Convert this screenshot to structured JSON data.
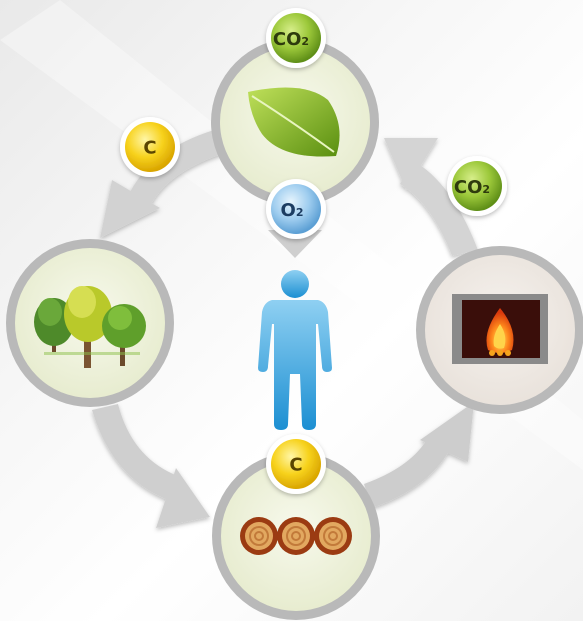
{
  "badges": {
    "co2_top": {
      "main": "CO",
      "sub": "2"
    },
    "c_left": {
      "main": "C"
    },
    "o2_center": {
      "main": "O",
      "sub": "2"
    },
    "co2_right": {
      "main": "CO",
      "sub": "2"
    },
    "c_bottom": {
      "main": "C"
    }
  },
  "nodes": [
    "leaf-icon",
    "trees-icon",
    "logs-icon",
    "fireplace-icon"
  ],
  "figure": "person-icon",
  "colors": {
    "ring": "#b8b8b8",
    "node_fill": "#eef2dc",
    "fire_node_fill": "#f0ebe6",
    "arrow": "#cfcfcf",
    "leaf": "#7fad1e",
    "person": "#3aa6e0",
    "co2_badge": "#8fbf2e",
    "c_badge": "#f5cc12",
    "o2_badge": "#7ab8e4",
    "wood": "#9b3b12"
  }
}
